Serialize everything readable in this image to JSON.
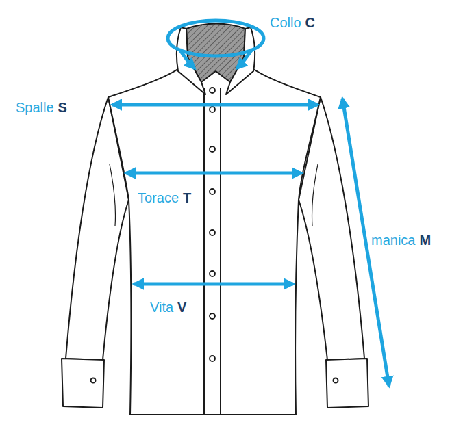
{
  "diagram": {
    "labels": [
      "Collo",
      "C",
      "Spalle",
      "S",
      "Torace",
      "T",
      "manica",
      "M",
      "Vita",
      "V"
    ]
  }
}
